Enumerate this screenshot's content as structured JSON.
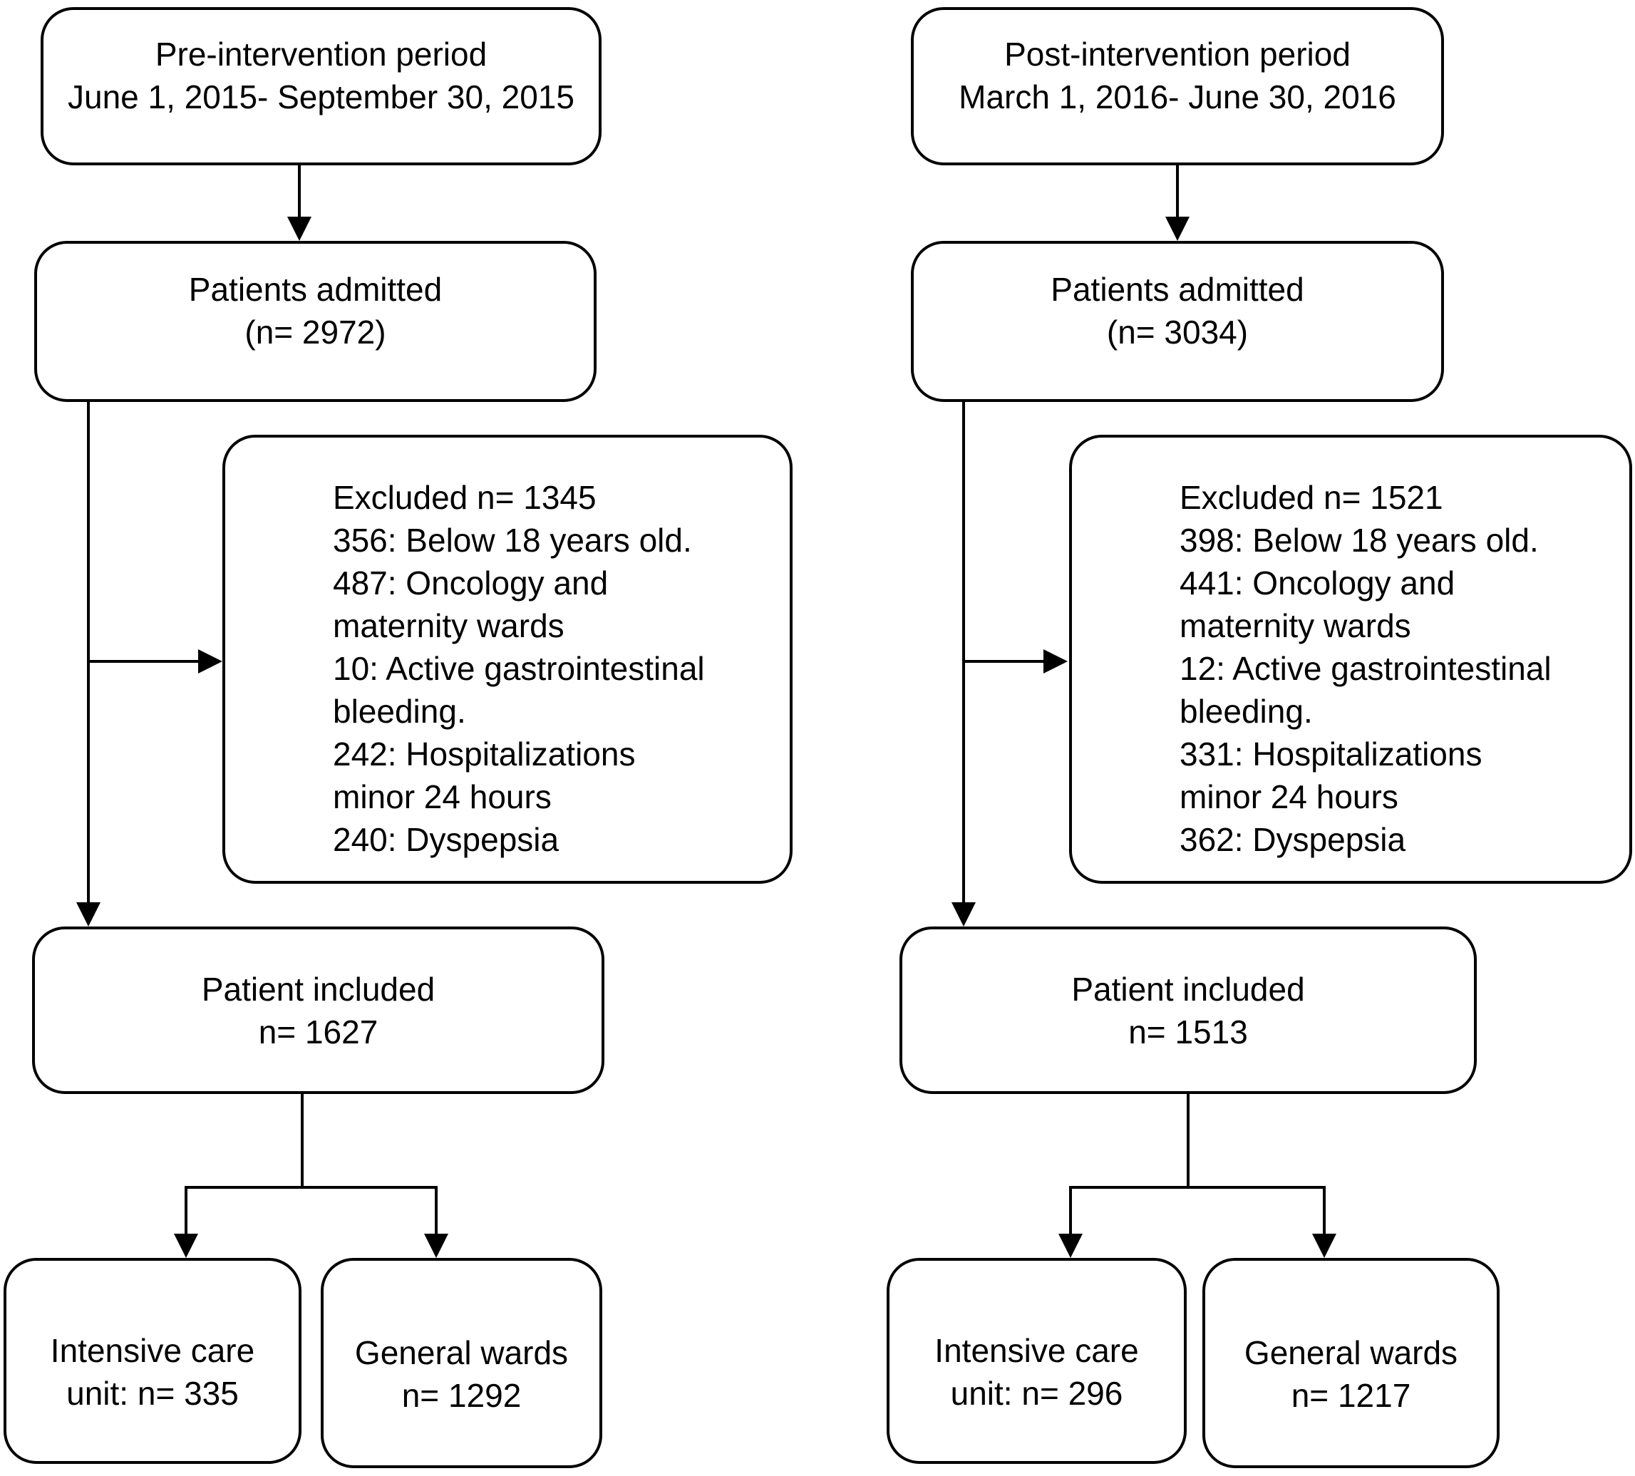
{
  "figure": {
    "background": "#ffffff",
    "line_color": "#000000",
    "columns": [
      {
        "id": "pre-intervention",
        "period_box": {
          "title": "Pre-intervention period",
          "dates": "June 1, 2015- September 30, 2015"
        },
        "admitted_box": {
          "label": "Patients admitted",
          "count": "(n= 2972)"
        },
        "excluded_box": {
          "lines": "Excluded n= 1345\n356: Below 18 years old.\n487: Oncology and\nmaternity wards\n10: Active gastrointestinal\nbleeding.\n242: Hospitalizations\nminor 24 hours\n240: Dyspepsia"
        },
        "included_box": {
          "label": "Patient included",
          "count": "n= 1627"
        },
        "icu_box": {
          "line1": "Intensive care",
          "line2": "unit: n= 335"
        },
        "general_wards_box": {
          "line1": "General wards",
          "line2": "n= 1292"
        }
      },
      {
        "id": "post-intervention",
        "period_box": {
          "title": "Post-intervention period",
          "dates": "March 1, 2016- June 30, 2016"
        },
        "admitted_box": {
          "label": "Patients admitted",
          "count": "(n= 3034)"
        },
        "excluded_box": {
          "lines": "Excluded n= 1521\n398: Below 18 years old.\n441: Oncology and\nmaternity wards\n12: Active gastrointestinal\nbleeding.\n331: Hospitalizations\nminor 24 hours\n362: Dyspepsia"
        },
        "included_box": {
          "label": "Patient included",
          "count": "n= 1513"
        },
        "icu_box": {
          "line1": "Intensive care",
          "line2": "unit: n= 296"
        },
        "general_wards_box": {
          "line1": "General wards",
          "line2": "n= 1217"
        }
      }
    ]
  }
}
